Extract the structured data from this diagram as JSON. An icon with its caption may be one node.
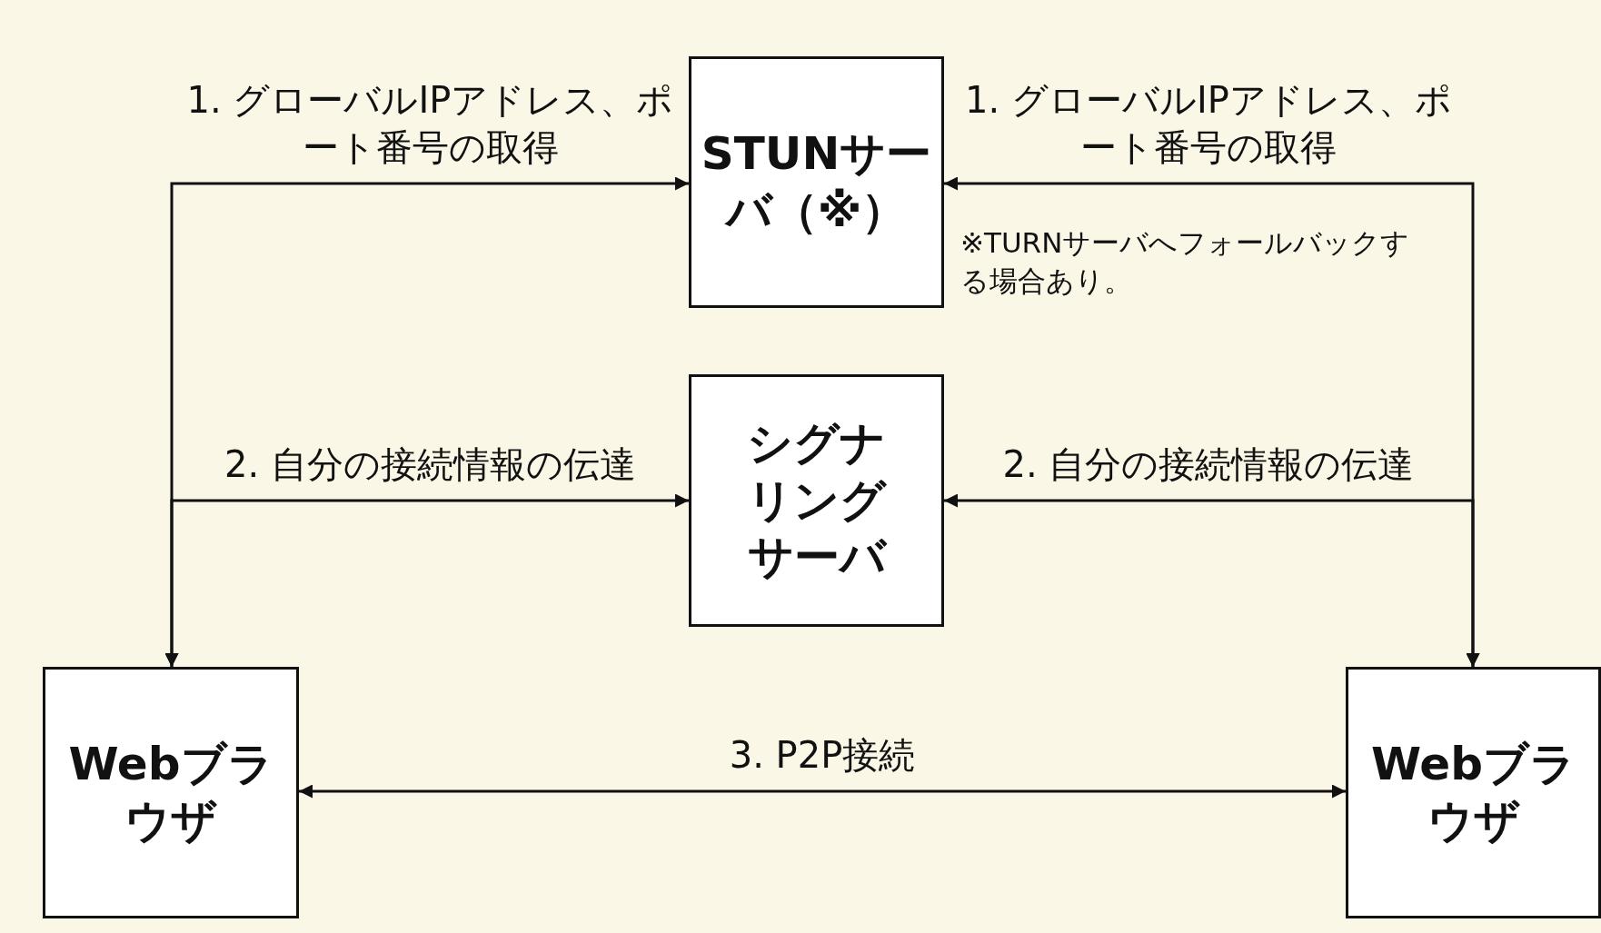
{
  "diagram": {
    "nodes": [
      {
        "text": [
          "STUNサーバ（※）"
        ],
        "beside": [
          "※TURNサーバへフォールバックする場合あり。"
        ]
      },
      {
        "text": [
          "シグナリングサーバ"
        ]
      },
      {
        "text": [
          "Webブラウザ"
        ]
      },
      {
        "text": [
          "Webブラウザ"
        ]
      }
    ],
    "edges": [
      {
        "from": 2,
        "to": 0,
        "arrow": "both",
        "label": "1. グローバルIPアドレス、ポート番号の取得"
      },
      {
        "from": 2,
        "to": 1,
        "arrow": "both",
        "label": "2. 自分の接続情報の伝達"
      },
      {
        "from": 3,
        "to": 0,
        "arrow": "both",
        "label": "1. グローバルIPアドレス、ポート番号の取得"
      },
      {
        "from": 3,
        "to": 1,
        "arrow": "both",
        "label": "2. 自分の接続情報の伝達"
      },
      {
        "from": 2,
        "to": 3,
        "arrow": "both",
        "label": "3. P2P接続"
      }
    ]
  }
}
